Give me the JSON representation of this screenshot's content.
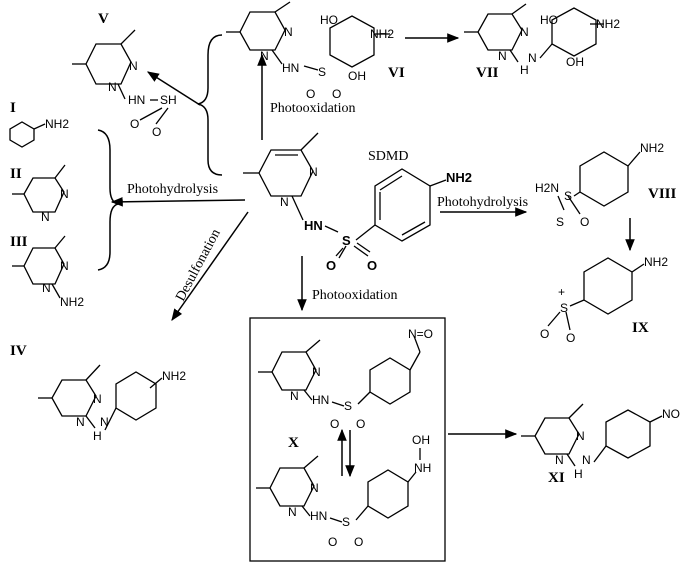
{
  "center": {
    "name": "SDMD",
    "atoms": {
      "n1": "N",
      "n2": "N",
      "hn": "HN",
      "s": "S",
      "o1": "O",
      "o2": "O",
      "nh2": "NH2"
    }
  },
  "compounds": {
    "I": {
      "label": "I",
      "atoms": {
        "nh2": "NH2"
      }
    },
    "II": {
      "label": "II",
      "atoms": {
        "n1": "N",
        "n2": "N"
      }
    },
    "III": {
      "label": "III",
      "atoms": {
        "n1": "N",
        "n2": "N",
        "nh2": "NH2"
      }
    },
    "IV": {
      "label": "IV",
      "atoms": {
        "n1": "N",
        "n2": "N",
        "nh": "N",
        "h": "H",
        "nh2": "NH2"
      }
    },
    "V": {
      "label": "V",
      "atoms": {
        "n1": "N",
        "n2": "N",
        "hn": "HN",
        "sh": "SH",
        "o1": "O",
        "o2": "O"
      }
    },
    "VI": {
      "label": "VI",
      "atoms": {
        "n1": "N",
        "n2": "N",
        "hn": "HN",
        "s": "S",
        "o1": "O",
        "o2": "O",
        "ho": "HO",
        "oh": "OH",
        "nh2": "NH2"
      }
    },
    "VII": {
      "label": "VII",
      "atoms": {
        "n1": "N",
        "n2": "N",
        "nh": "N",
        "h": "H",
        "ho": "HO",
        "oh": "OH",
        "nh2": "NH2"
      }
    },
    "VIII": {
      "label": "VIII",
      "atoms": {
        "h2n": "H2N",
        "s": "S",
        "o1": "O",
        "s2": "S",
        "nh2": "NH2"
      }
    },
    "IX": {
      "label": "IX",
      "atoms": {
        "s": "S",
        "plus": "+",
        "o1": "O",
        "o2": "O",
        "nh2": "NH2"
      }
    },
    "X": {
      "label": "X",
      "atoms": {
        "n1": "N",
        "n2": "N",
        "hn": "HN",
        "s": "S",
        "o1": "O",
        "o2": "O",
        "nitroso": "N=O"
      }
    },
    "Xb": {
      "atoms": {
        "n1": "N",
        "n2": "N",
        "hn": "HN",
        "s": "S",
        "o1": "O",
        "o2": "O",
        "oh": "OH",
        "nh": "NH"
      }
    },
    "XI": {
      "label": "XI",
      "atoms": {
        "n1": "N",
        "n2": "N",
        "nh": "N",
        "h": "H",
        "no": "NO"
      }
    }
  },
  "arrows": {
    "photohydrolysis_left": "Photohydrolysis",
    "photohydrolysis_right": "Photohydrolysis",
    "photooxidation_up": "Photooxidation",
    "photooxidation_down": "Photooxidation",
    "desulfonation": "Desulfonation"
  }
}
